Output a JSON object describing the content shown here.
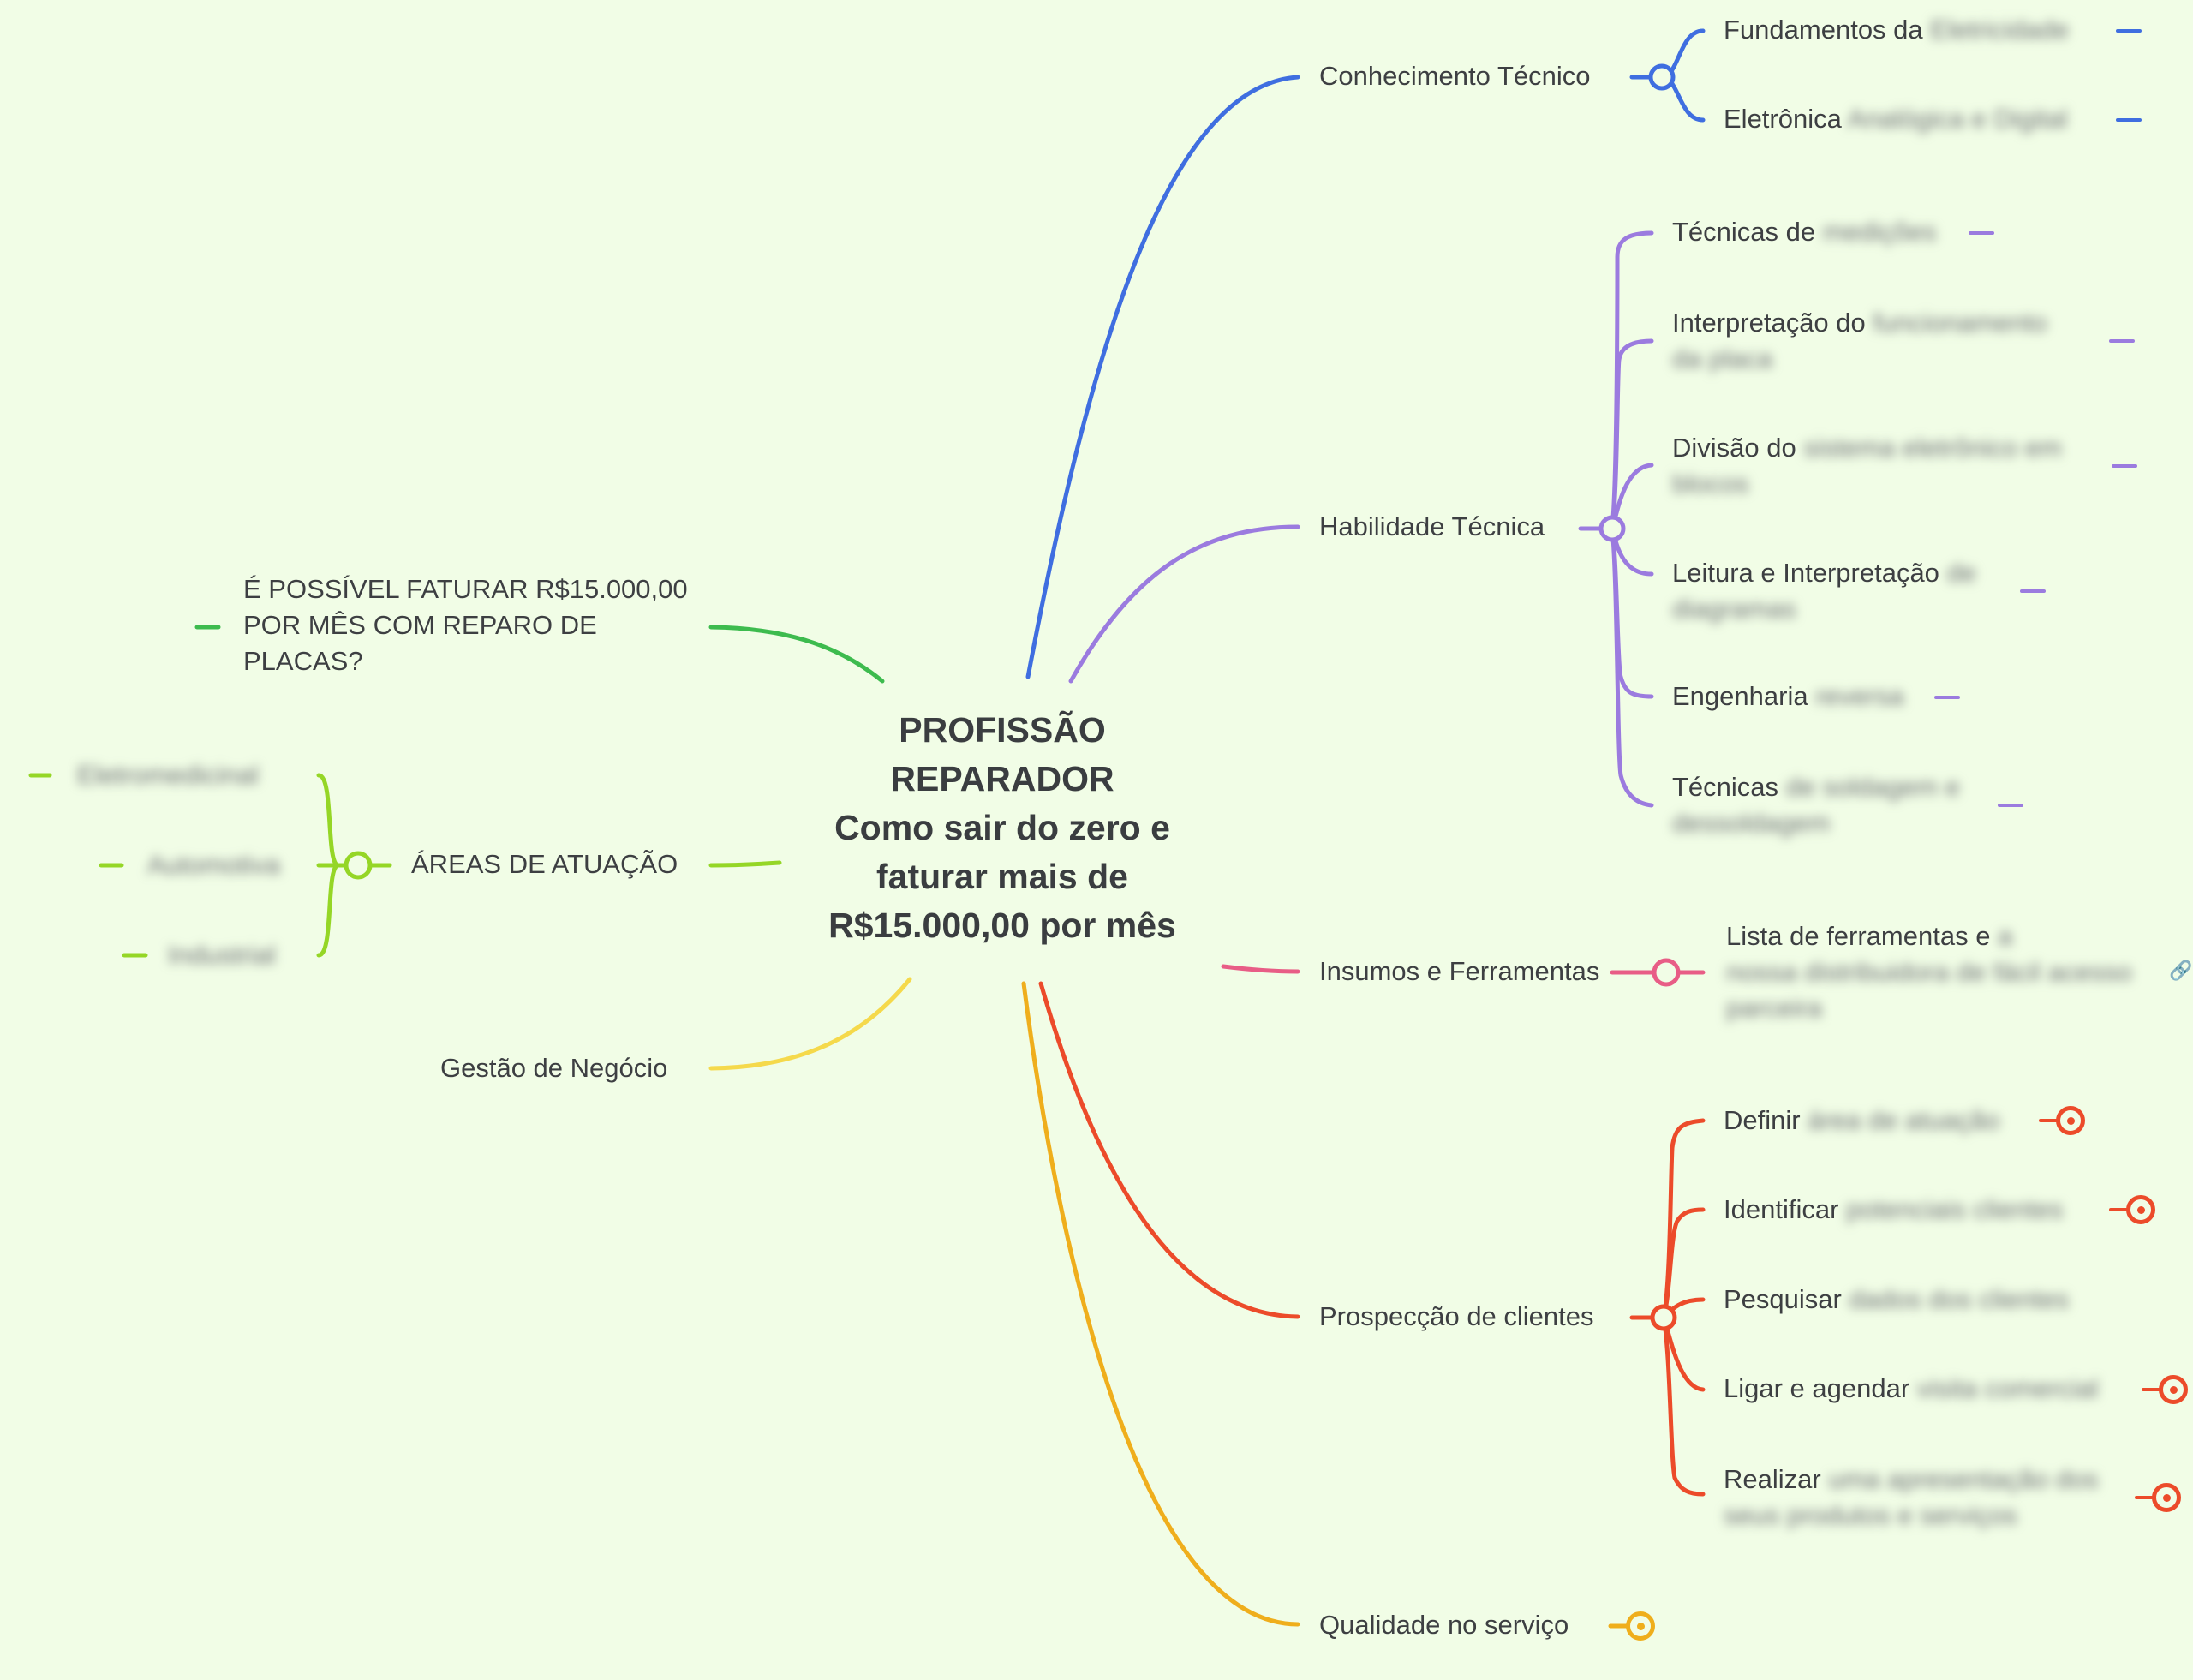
{
  "central": {
    "line1": "PROFISSÃO",
    "line2": "REPARADOR",
    "line3": "Como sair do zero e",
    "line4": "faturar mais de",
    "line5": "R$15.000,00 por mês"
  },
  "colors": {
    "blue": "#3f6ee0",
    "purple": "#9b7bdf",
    "pink": "#e85d86",
    "red": "#ec4b2a",
    "orange": "#efae1c",
    "yellow": "#f5d94b",
    "green": "#3dbb4e",
    "lime": "#95d626"
  },
  "branches": {
    "conhecimento": {
      "label": "Conhecimento Técnico",
      "children": [
        {
          "visible": "Fundamentos da",
          "blurred": "Eletricidade"
        },
        {
          "visible": "Eletrônica",
          "blurred": "Analógica e Digital"
        }
      ]
    },
    "habilidade": {
      "label": "Habilidade Técnica",
      "children": [
        {
          "visible": "Técnicas de",
          "blurred": "medições"
        },
        {
          "visible": "Interpretação do",
          "blurred": "funcionamento",
          "line2": "da placa"
        },
        {
          "visible": "Divisão do",
          "blurred": "sistema eletrônico em",
          "line2": "blocos"
        },
        {
          "visible": "Leitura e Interpretação",
          "blurred": "de",
          "line2": "diagramas"
        },
        {
          "visible": "Engenharia",
          "blurred": "reversa"
        },
        {
          "visible": "Técnicas",
          "blurred": "de soldagem e",
          "line2": "dessoldagem"
        }
      ]
    },
    "insumos": {
      "label": "Insumos e Ferramentas",
      "child": {
        "visible": "Lista de ferramentas e",
        "blurred": "a",
        "line2": "nossa distribuidora de fácil acesso",
        "line3": "parceira"
      }
    },
    "prospeccao": {
      "label": "Prospecção de clientes",
      "children": [
        {
          "visible": "Definir",
          "blurred": "área de atuação"
        },
        {
          "visible": "Identificar",
          "blurred": "potenciais clientes"
        },
        {
          "visible": "Pesquisar",
          "blurred": "dados dos clientes"
        },
        {
          "visible": "Ligar e agendar",
          "blurred": "visita comercial"
        },
        {
          "visible": "Realizar",
          "blurred": "uma apresentação dos",
          "line2": "seus produtos e serviços"
        }
      ]
    },
    "qualidade": {
      "label": "Qualidade no serviço"
    },
    "faturar": {
      "line1": "É POSSÍVEL FATURAR R$15.000,00",
      "line2": "POR MÊS COM REPARO DE",
      "line3": "PLACAS?"
    },
    "areas": {
      "label": "ÁREAS DE ATUAÇÃO",
      "children": [
        {
          "blurred": "Eletromedicinal"
        },
        {
          "blurred": "Automotiva"
        },
        {
          "blurred": "Industrial"
        }
      ]
    },
    "gestao": {
      "label": "Gestão de Negócio"
    }
  }
}
